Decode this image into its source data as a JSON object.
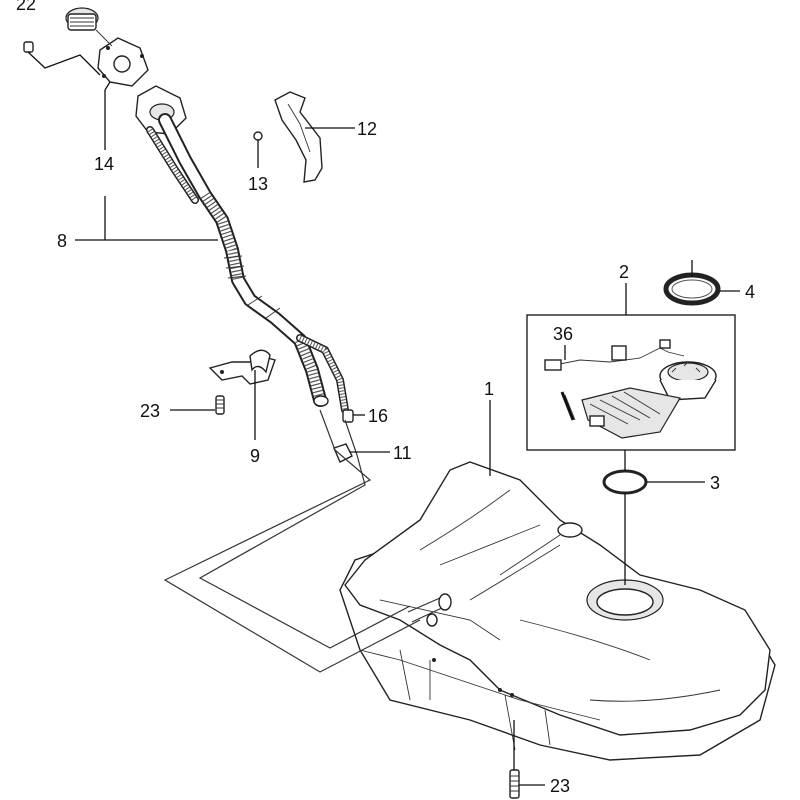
{
  "callouts": {
    "c1": "1",
    "c2": "2",
    "c3": "3",
    "c4": "4",
    "c8": "8",
    "c9": "9",
    "c11": "11",
    "c12": "12",
    "c13": "13",
    "c14": "14",
    "c16": "16",
    "c22": "22",
    "c23a": "23",
    "c23b": "23",
    "c36": "36"
  },
  "colors": {
    "line": "#111111",
    "fill_shade": "#e6e6e6",
    "background": "#ffffff"
  }
}
